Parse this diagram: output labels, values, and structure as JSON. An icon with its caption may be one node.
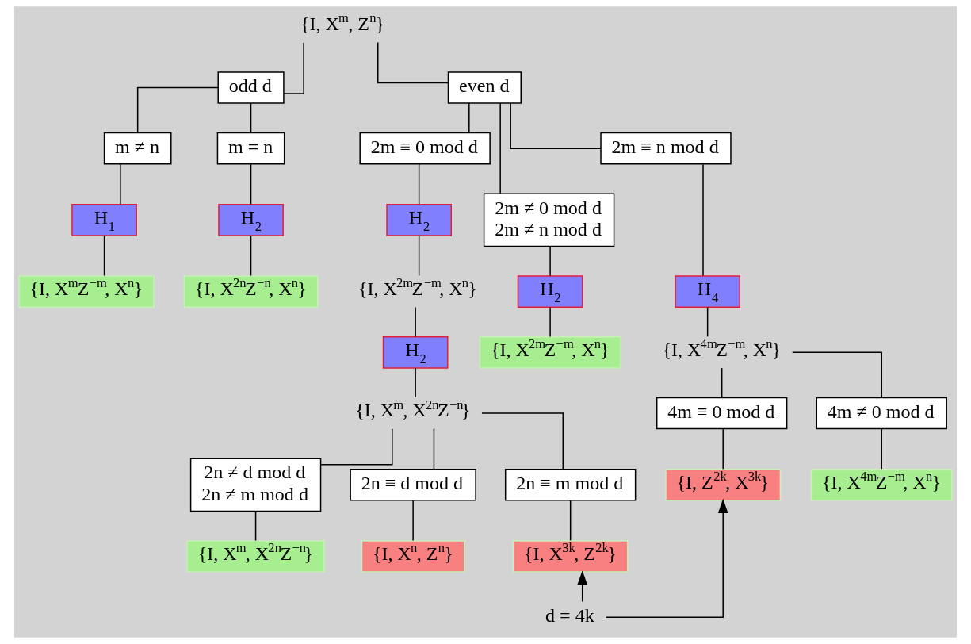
{
  "diagram": {
    "nodes": [
      {
        "text": [
          "{I, X$^{m}$, Z$^{n}$}"
        ]
      },
      {
        "text": [
          "odd d"
        ]
      },
      {
        "text": [
          "even d"
        ]
      },
      {
        "text": [
          "m ≠ n"
        ]
      },
      {
        "text": [
          "m = n"
        ]
      },
      {
        "text": [
          "H$_{1}$"
        ]
      },
      {
        "text": [
          "H$_{2}$"
        ]
      },
      {
        "text": [
          "{I, X$^{m}$Z$^{−m}$, X$^{n}$}"
        ]
      },
      {
        "text": [
          "{I, X$^{2n}$Z$^{−n}$, X$^{n}$}"
        ]
      },
      {
        "text": [
          "2m ≡ 0 mod d"
        ]
      },
      {
        "text": [
          "2m ≠ 0 mod d",
          "2m ≠ n mod d"
        ]
      },
      {
        "text": [
          "2m ≡ n mod d"
        ]
      },
      {
        "text": [
          "H$_{2}$"
        ]
      },
      {
        "text": [
          "{I, X$^{2m}$Z$^{−m}$, X$^{n}$}"
        ]
      },
      {
        "text": [
          "H$_{2}$"
        ]
      },
      {
        "text": [
          "{I, X$^{m}$, X$^{2n}$Z$^{−n}$}"
        ]
      },
      {
        "text": [
          "H$_{2}$"
        ]
      },
      {
        "text": [
          "{I, X$^{2m}$Z$^{−m}$, X$^{n}$}"
        ]
      },
      {
        "text": [
          "H$_{4}$"
        ]
      },
      {
        "text": [
          "{I, X$^{4m}$Z$^{−m}$, X$^{n}$}"
        ]
      },
      {
        "text": [
          "2n ≠ d mod d",
          "2n ≠ m mod d"
        ]
      },
      {
        "text": [
          "2n ≡ d mod d"
        ]
      },
      {
        "text": [
          "2n ≡ m mod d"
        ]
      },
      {
        "text": [
          "4m ≡ 0 mod d"
        ]
      },
      {
        "text": [
          "4m ≠ 0 mod d"
        ]
      },
      {
        "text": [
          "{I, X$^{m}$, X$^{2n}$Z$^{−n}$}"
        ]
      },
      {
        "text": [
          "{I, X$^{n}$, Z$^{n}$}"
        ]
      },
      {
        "text": [
          "{I, X$^{3k}$, Z$^{2k}$}"
        ]
      },
      {
        "text": [
          "{I, Z$^{2k}$, X$^{3k}$}"
        ]
      },
      {
        "text": [
          "{I, X$^{4m}$Z$^{−m}$, X$^{n}$}"
        ]
      },
      {
        "text": [
          "d = 4k"
        ]
      }
    ],
    "edges": [
      {
        "from": 0,
        "to": 1,
        "arrow": "none"
      },
      {
        "from": 0,
        "to": 2,
        "arrow": "none"
      },
      {
        "from": 1,
        "to": 3,
        "arrow": "none"
      },
      {
        "from": 1,
        "to": 4,
        "arrow": "none"
      },
      {
        "from": 3,
        "to": 5,
        "arrow": "none"
      },
      {
        "from": 5,
        "to": 7,
        "arrow": "none"
      },
      {
        "from": 4,
        "to": 6,
        "arrow": "none"
      },
      {
        "from": 6,
        "to": 8,
        "arrow": "none"
      },
      {
        "from": 2,
        "to": 9,
        "arrow": "none"
      },
      {
        "from": 2,
        "to": 10,
        "arrow": "none"
      },
      {
        "from": 2,
        "to": 11,
        "arrow": "none"
      },
      {
        "from": 9,
        "to": 12,
        "arrow": "none"
      },
      {
        "from": 12,
        "to": 13,
        "arrow": "none"
      },
      {
        "from": 13,
        "to": 16,
        "arrow": "none"
      },
      {
        "from": 16,
        "to": 15,
        "arrow": "none"
      },
      {
        "from": 10,
        "to": 14,
        "arrow": "none"
      },
      {
        "from": 14,
        "to": 17,
        "arrow": "none"
      },
      {
        "from": 11,
        "to": 18,
        "arrow": "none"
      },
      {
        "from": 18,
        "to": 19,
        "arrow": "none"
      },
      {
        "from": 15,
        "to": 20,
        "arrow": "none"
      },
      {
        "from": 15,
        "to": 21,
        "arrow": "none"
      },
      {
        "from": 15,
        "to": 22,
        "arrow": "none"
      },
      {
        "from": 19,
        "to": 23,
        "arrow": "none"
      },
      {
        "from": 19,
        "to": 24,
        "arrow": "none"
      },
      {
        "from": 20,
        "to": 25,
        "arrow": "none"
      },
      {
        "from": 21,
        "to": 26,
        "arrow": "none"
      },
      {
        "from": 22,
        "to": 27,
        "arrow": "none"
      },
      {
        "from": 23,
        "to": 28,
        "arrow": "none"
      },
      {
        "from": 24,
        "to": 29,
        "arrow": "none"
      },
      {
        "from": 30,
        "to": 27,
        "arrow": "to"
      },
      {
        "from": 30,
        "to": 28,
        "arrow": "to"
      }
    ]
  }
}
